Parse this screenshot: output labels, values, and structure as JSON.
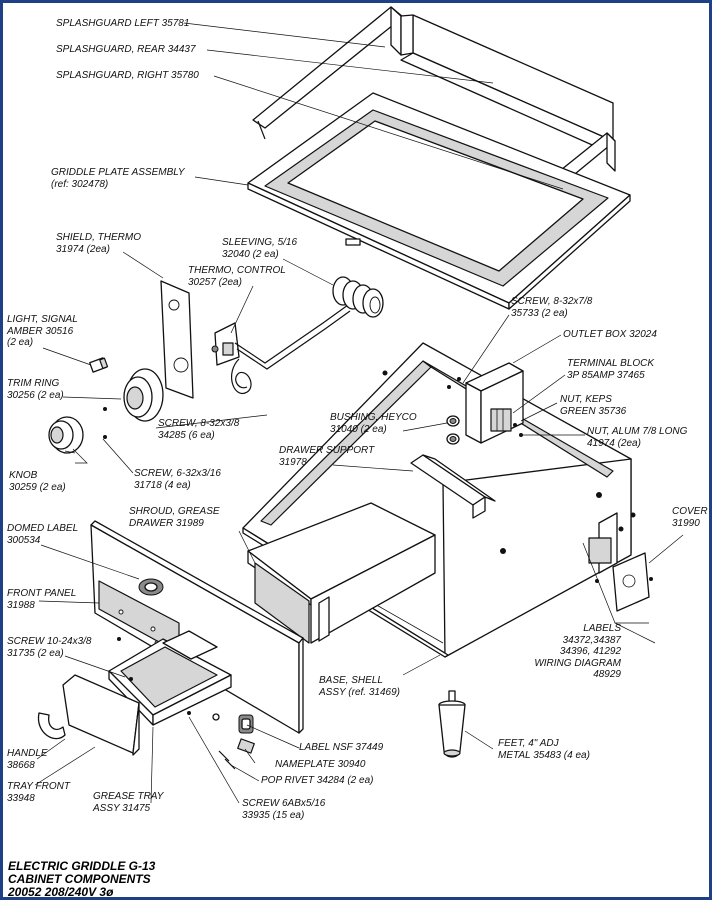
{
  "labels": {
    "splashguard_left": [
      "SPLASHGUARD LEFT  35781"
    ],
    "splashguard_rear": [
      "SPLASHGUARD, REAR  34437"
    ],
    "splashguard_right": [
      "SPLASHGUARD, RIGHT  35780"
    ],
    "griddle_plate": [
      "GRIDDLE PLATE ASSEMBLY",
      "(ref: 302478)"
    ],
    "shield_thermo": [
      "SHIELD, THERMO",
      "31974    (2ea)"
    ],
    "sleeving": [
      "SLEEVING, 5/16",
      "32040  (2 ea)"
    ],
    "thermo_control": [
      "THERMO, CONTROL",
      "30257  (2ea)"
    ],
    "light_signal": [
      "LIGHT, SIGNAL",
      "AMBER  30516",
      "(2 ea)"
    ],
    "trim_ring": [
      "TRIM RING",
      "30256 (2 ea)"
    ],
    "screw_8_32x3_8": [
      "SCREW, 8-32x3/8",
      "34285      (6 ea)"
    ],
    "screw_6_32x3_16": [
      "SCREW, 6-32x3/16",
      "31718      (4 ea)"
    ],
    "knob": [
      "KNOB",
      "30259 (2 ea)"
    ],
    "screw_8_32x7_8": [
      "SCREW, 8-32x7/8",
      "35733         (2 ea)"
    ],
    "outlet_box": [
      "OUTLET BOX  32024"
    ],
    "terminal_block": [
      "TERMINAL BLOCK",
      "3P 85AMP     37465"
    ],
    "nut_keps": [
      "NUT, KEPS",
      "GREEN  35736"
    ],
    "bushing_heyco": [
      "BUSHING, HEYCO",
      "31040      (2 ea)"
    ],
    "nut_alum": [
      "NUT, ALUM 7/8 LONG",
      "41974       (2ea)"
    ],
    "drawer_support": [
      "DRAWER SUPPORT",
      "31978"
    ],
    "shroud_grease": [
      "SHROUD, GREASE",
      "DRAWER    31989"
    ],
    "domed_label": [
      "DOMED LABEL",
      "300534"
    ],
    "cover": [
      "COVER",
      "31990"
    ],
    "front_panel": [
      "FRONT PANEL",
      "31988"
    ],
    "screw_10_24": [
      "SCREW 10-24x3/8",
      "31735 (2 ea)"
    ],
    "labels_wiring": [
      "LABELS",
      "34372,34387",
      "34396, 41292",
      "WIRING DIAGRAM",
      "48929"
    ],
    "base_shell": [
      "BASE, SHELL",
      "ASSY (ref. 31469)"
    ],
    "label_nsf": [
      "LABEL NSF  37449"
    ],
    "nameplate": [
      "NAMEPLATE  30940"
    ],
    "pop_rivet": [
      "POP RIVET   34284 (2 ea)"
    ],
    "feet": [
      "FEET, 4\" ADJ",
      "METAL  35483 (4 ea)"
    ],
    "handle": [
      "HANDLE",
      "38668"
    ],
    "tray_front": [
      "TRAY FRONT",
      "33948"
    ],
    "grease_tray": [
      "GREASE TRAY",
      "ASSY    31475"
    ],
    "screw_6abx5_16": [
      "SCREW 6ABx5/16",
      "33935 (15 ea)"
    ]
  },
  "title": [
    "ELECTRIC GRIDDLE G-13",
    "CABINET COMPONENTS",
    "20052  208/240V 3ø"
  ],
  "colors": {
    "border": "#1f3f86",
    "line": "#111111",
    "shade": "#d6d6d6"
  }
}
